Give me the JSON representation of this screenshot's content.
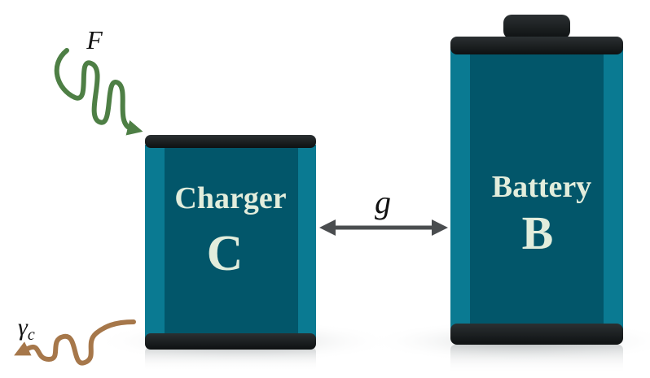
{
  "charger": {
    "title": "Charger",
    "letter": "C"
  },
  "battery": {
    "title": "Battery",
    "letter": "B"
  },
  "coupling": {
    "symbol": "g"
  },
  "drive": {
    "symbol": "F"
  },
  "loss": {
    "symbol": "γ",
    "subscript": "c"
  },
  "colors": {
    "body_dark": "#02566a",
    "body_light": "#0a7a92",
    "cap": "#161a1c",
    "label": "#e2eddc",
    "drive_wave": "#4e7f45",
    "loss_wave": "#a6774a",
    "arrow": "#4a4d4f"
  }
}
